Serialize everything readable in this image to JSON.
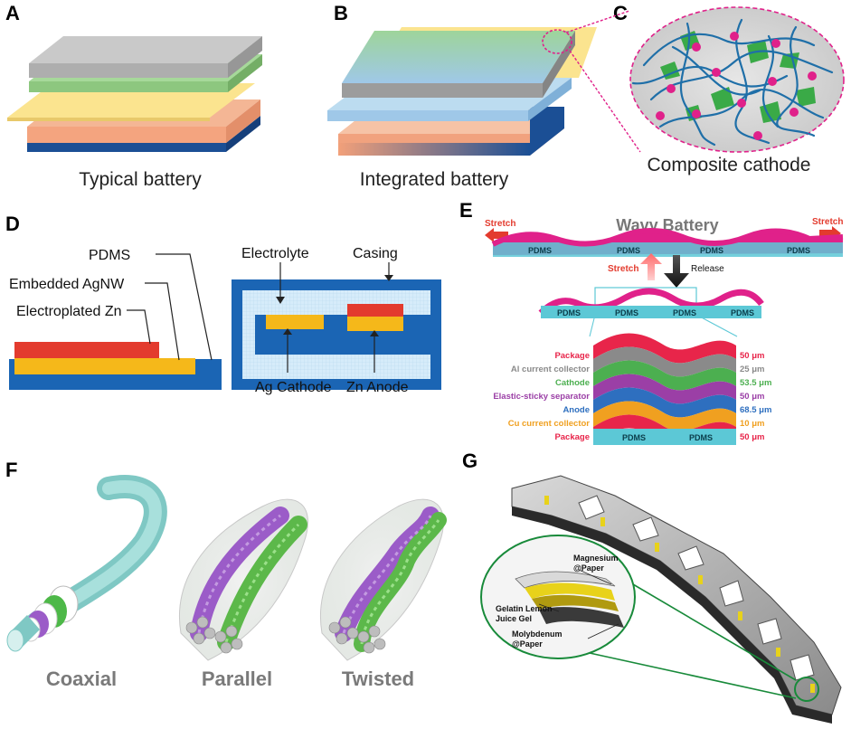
{
  "panels": {
    "A": {
      "letter": "A",
      "caption": "Typical battery"
    },
    "B": {
      "letter": "B",
      "caption": "Integrated battery"
    },
    "C": {
      "letter": "C",
      "caption": "Composite cathode"
    },
    "D": {
      "letter": "D",
      "labels": {
        "pdms": "PDMS",
        "agnw": "Embedded AgNW",
        "zn_plated": "Electroplated Zn",
        "electrolyte": "Electrolyte",
        "casing": "Casing",
        "ag_cathode": "Ag Cathode",
        "zn_anode": "Zn Anode"
      }
    },
    "E": {
      "letter": "E",
      "title": "Wavy Battery",
      "stretch": "Stretch",
      "release": "Release",
      "pdms": "PDMS",
      "layers": [
        {
          "name": "Package",
          "thickness": "50 μm",
          "color": "#e8254a"
        },
        {
          "name": "Al current collector",
          "thickness": "25 μm",
          "color": "#8a8a8a"
        },
        {
          "name": "Cathode",
          "thickness": "53.5 μm",
          "color": "#4caf50"
        },
        {
          "name": "Elastic-sticky separator",
          "thickness": "50 μm",
          "color": "#9b3fa6"
        },
        {
          "name": "Anode",
          "thickness": "68.5 μm",
          "color": "#2e6fbf"
        },
        {
          "name": "Cu current collector",
          "thickness": "10 μm",
          "color": "#f0a020"
        },
        {
          "name": "Package",
          "thickness": "50 μm",
          "color": "#e8254a"
        }
      ]
    },
    "F": {
      "letter": "F",
      "labels": {
        "coaxial": "Coaxial",
        "parallel": "Parallel",
        "twisted": "Twisted"
      }
    },
    "G": {
      "letter": "G",
      "labels": {
        "magnesium": "Magnesium\n@Paper",
        "gel": "Gelatin Lemon\nJuice Gel",
        "molybdenum": "Molybdenum\n@Paper"
      }
    }
  },
  "colors": {
    "pink": "#e0218a",
    "cyan": "#5cc8d6",
    "red": "#e33b2e",
    "orange_cap": "#f5c518",
    "blue": "#1b65b4",
    "green_circle": "#188a3a"
  }
}
